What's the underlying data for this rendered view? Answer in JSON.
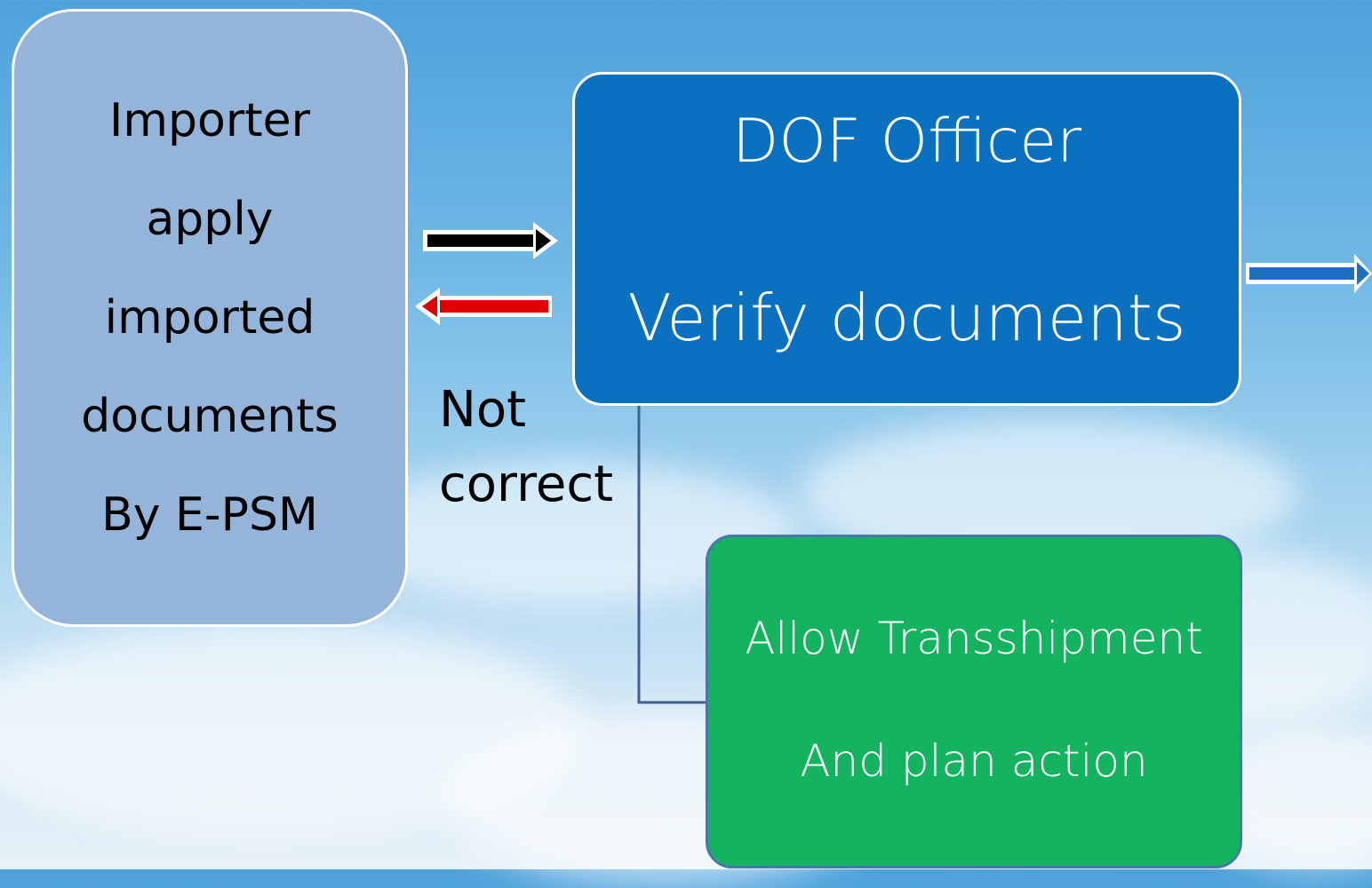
{
  "diagram": {
    "importer": {
      "lines": [
        "Importer",
        "apply",
        "imported",
        "documents",
        "By E-PSM"
      ],
      "color": "#95b4da"
    },
    "dof_officer": {
      "title": "DOF Officer",
      "subtitle": "Verify documents",
      "color": "#0a70c0"
    },
    "allow": {
      "line1": "Allow Transshipment",
      "line2": "And plan action",
      "color": "#13b35f"
    },
    "rejection_label": {
      "line1": "Not",
      "line2": "correct"
    },
    "arrows": {
      "forward_color": "#000000",
      "reject_color": "#e00000",
      "next_color": "#1f6fc0",
      "connector_color": "#3f5f8f"
    }
  }
}
